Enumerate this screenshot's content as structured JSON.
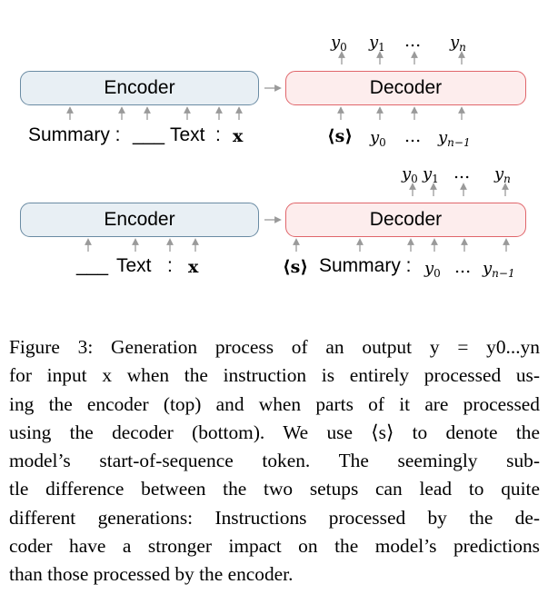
{
  "diagram": {
    "encoder_label": "Encoder",
    "decoder_label": "Decoder",
    "top": {
      "outputs": [
        "y",
        "y",
        "...",
        "y"
      ],
      "output_subscripts": [
        "0",
        "1",
        "",
        "n"
      ],
      "input_summary": "Summary :",
      "input_blank": "___",
      "input_text": "Text",
      "input_colon": ":",
      "input_x": "x",
      "decoder_inputs": [
        "⟨s⟩",
        "y",
        "...",
        "y"
      ],
      "decoder_input_subscripts": [
        "",
        "0",
        "",
        "n−1"
      ]
    },
    "bottom": {
      "outputs": [
        "y",
        "y",
        "...",
        "y"
      ],
      "output_subscripts": [
        "0",
        "1",
        "",
        "n"
      ],
      "input_blank": "___",
      "input_text": "Text",
      "input_colon": ":",
      "input_x": "x",
      "decoder_start": "⟨s⟩",
      "decoder_summary": "Summary :",
      "decoder_inputs": [
        "y",
        "...",
        "y"
      ],
      "decoder_input_subscripts": [
        "0",
        "",
        "n−1"
      ]
    }
  },
  "caption": {
    "lines": [
      "Figure 3: Generation process of an output y = y0...yn",
      "for input x when the instruction is entirely processed us-",
      "ing the encoder (top) and when parts of it are processed",
      "using the decoder (bottom). We use ⟨s⟩ to denote the",
      "model’s start-of-sequence token. The seemingly sub-",
      "tle difference between the two setups can lead to quite",
      "different generations: Instructions processed by the de-",
      "coder have a stronger impact on the model’s predictions",
      "than those processed by the encoder."
    ]
  },
  "colors": {
    "encoder_fill": "#e8eff4",
    "encoder_border": "#6a8ba3",
    "decoder_fill": "#fdeded",
    "decoder_border": "#e0666b",
    "arrow": "#9a9a9a"
  }
}
